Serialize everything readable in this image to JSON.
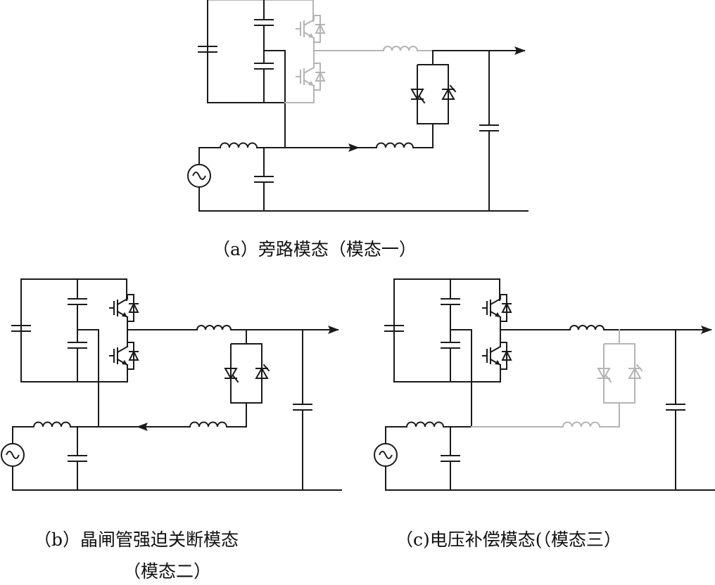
{
  "captions": {
    "a": "（a）旁路模态（模态一）",
    "b_line1": "（b）晶闸管强迫关断模态",
    "b_line2": "（模态二）",
    "c": "（c)电压补偿模态(（模态三）"
  },
  "colors": {
    "wire": "#1a1a1a",
    "inactive": "#b4b4b4"
  }
}
